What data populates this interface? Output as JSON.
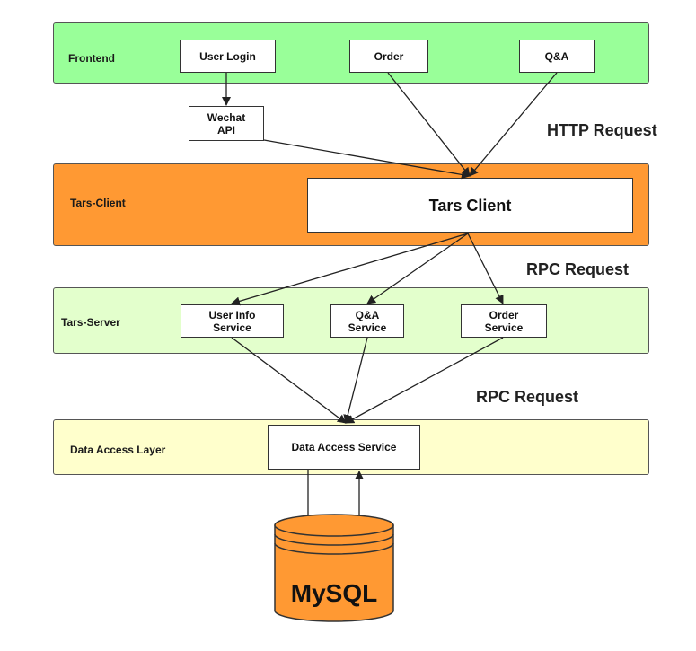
{
  "colors": {
    "frontend": "#99ff99",
    "tars_client": "#ff9933",
    "tars_server": "#e3ffcc",
    "data_access": "#ffffcc",
    "mysql": "#ff9933"
  },
  "layers": {
    "frontend": {
      "label": "Frontend"
    },
    "tars_client": {
      "label": "Tars-Client"
    },
    "tars_server": {
      "label": "Tars-Server"
    },
    "data_access": {
      "label": "Data Access Layer"
    }
  },
  "nodes": {
    "user_login": "User Login",
    "order": "Order",
    "qa": "Q&A",
    "wechat_api": "Wechat\nAPI",
    "tars_client": "Tars Client",
    "user_info_service": "User Info\nService",
    "qa_service": "Q&A\nService",
    "order_service": "Order\nService",
    "data_access_service": "Data Access Service",
    "mysql": "MySQL"
  },
  "requests": {
    "http": "HTTP Request",
    "rpc_1": "RPC Request",
    "rpc_2": "RPC Request"
  }
}
